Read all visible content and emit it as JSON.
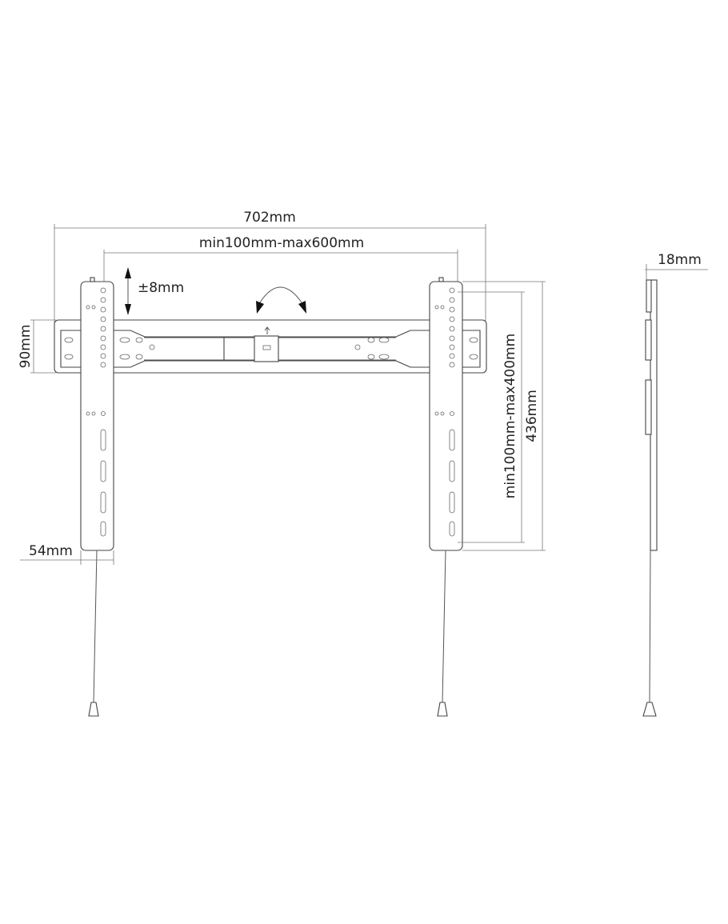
{
  "dimensions": {
    "overall_width": "702mm",
    "vesa_horizontal": "min100mm-max600mm",
    "height_adjust": "±8mm",
    "plate_height": "90mm",
    "arm_width": "54mm",
    "vesa_vertical": "min100mm-max400mm",
    "arm_length": "436mm",
    "wall_distance": "18mm"
  }
}
